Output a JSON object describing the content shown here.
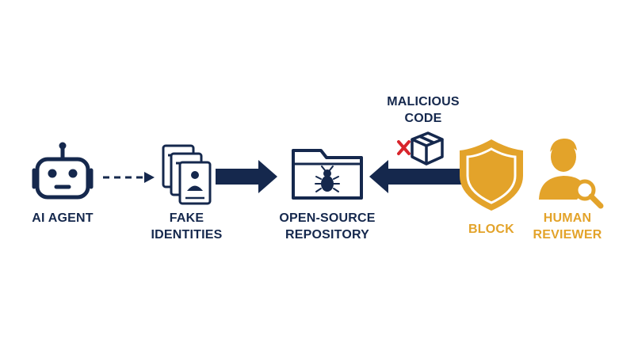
{
  "colors": {
    "navy": "#15284d",
    "gold": "#e3a32a",
    "red": "#d8242b",
    "background": "#ffffff"
  },
  "nodes": [
    {
      "id": "ai-agent",
      "label": "AI AGENT",
      "icon": "robot-icon"
    },
    {
      "id": "fake-identities",
      "label": "FAKE\nIDENTITIES",
      "icon": "id-cards-icon"
    },
    {
      "id": "repository",
      "label": "OPEN-SOURCE\nREPOSITORY",
      "icon": "folder-bug-icon"
    },
    {
      "id": "malicious-code",
      "label": "MALICIOUS\nCODE",
      "icon": "package-x-icon"
    },
    {
      "id": "block",
      "label": "BLOCK",
      "icon": "shield-icon"
    },
    {
      "id": "human-reviewer",
      "label": "HUMAN\nREVIEWER",
      "icon": "person-magnifier-icon"
    }
  ],
  "arrows": [
    {
      "from": "ai-agent",
      "to": "fake-identities",
      "style": "dashed"
    },
    {
      "from": "fake-identities",
      "to": "repository",
      "style": "solid"
    },
    {
      "from": "block",
      "to": "repository",
      "style": "solid"
    }
  ]
}
